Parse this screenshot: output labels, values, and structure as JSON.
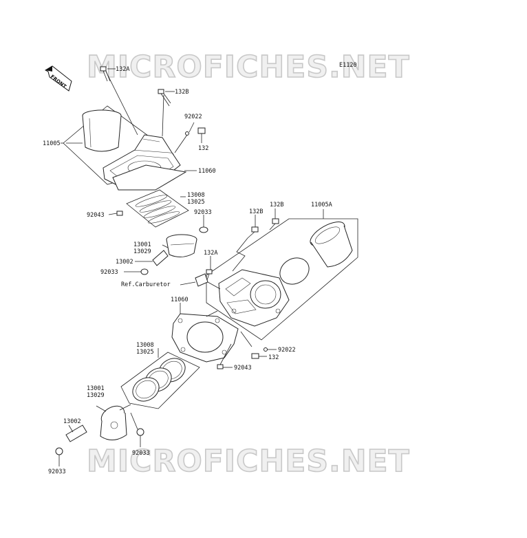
{
  "watermark": "MICROFICHES.NET",
  "diagram_code": "E1120",
  "front_label": "FRONT",
  "ref_label": "Ref.Carburetor",
  "labels": {
    "l132a_top": "132A",
    "l132b_top": "132B",
    "l92022_top": "92022",
    "l132_top": "132",
    "l11005": "11005",
    "l11060_top": "11060",
    "l13008_top": "13008",
    "l13025_top": "13025",
    "l92043_top": "92043",
    "l92033_top": "92033",
    "l13001_top": "13001",
    "l13029_top": "13029",
    "l13002_top": "13002",
    "l92033_mid": "92033",
    "l132b_right": "132B",
    "l132b_right2": "132B",
    "l11005a": "11005A",
    "l132a_mid": "132A",
    "l11060_bot": "11060",
    "l92022_bot": "92022",
    "l132_bot": "132",
    "l92043_bot": "92043",
    "l13008_bot": "13008",
    "l13025_bot": "13025",
    "l13001_bot": "13001",
    "l13029_bot": "13029",
    "l13002_bot": "13002",
    "l92033_bot_r": "92033",
    "l92033_bot_l": "92033"
  }
}
